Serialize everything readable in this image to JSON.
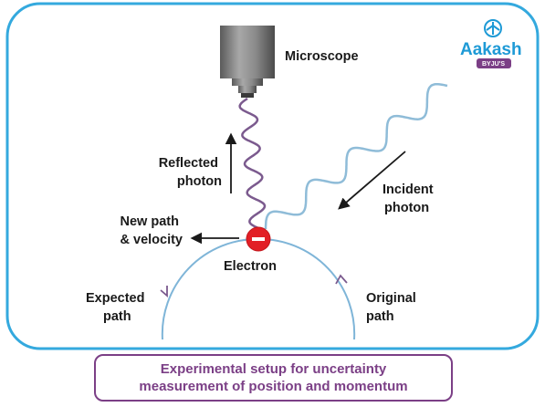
{
  "labels": {
    "microscope": "Microscope",
    "reflected_photon": [
      "Reflected",
      "photon"
    ],
    "incident_photon": [
      "Incident",
      "photon"
    ],
    "new_path": [
      "New path",
      "& velocity"
    ],
    "electron": "Electron",
    "expected_path": [
      "Expected",
      "path"
    ],
    "original_path": [
      "Original",
      "path"
    ]
  },
  "caption": [
    "Experimental setup for uncertainty",
    "measurement of position and momentum"
  ],
  "brand": {
    "name": "Aakash",
    "sub": "BYJU'S"
  },
  "colors": {
    "frame": "#34a9de",
    "photon_reflected": "#7b5a8e",
    "photon_incident": "#8fbcd8",
    "path_arc": "#7fb5d8",
    "electron": "#e21f26",
    "caption": "#7b3f86",
    "brand": "#1e9ad6"
  }
}
